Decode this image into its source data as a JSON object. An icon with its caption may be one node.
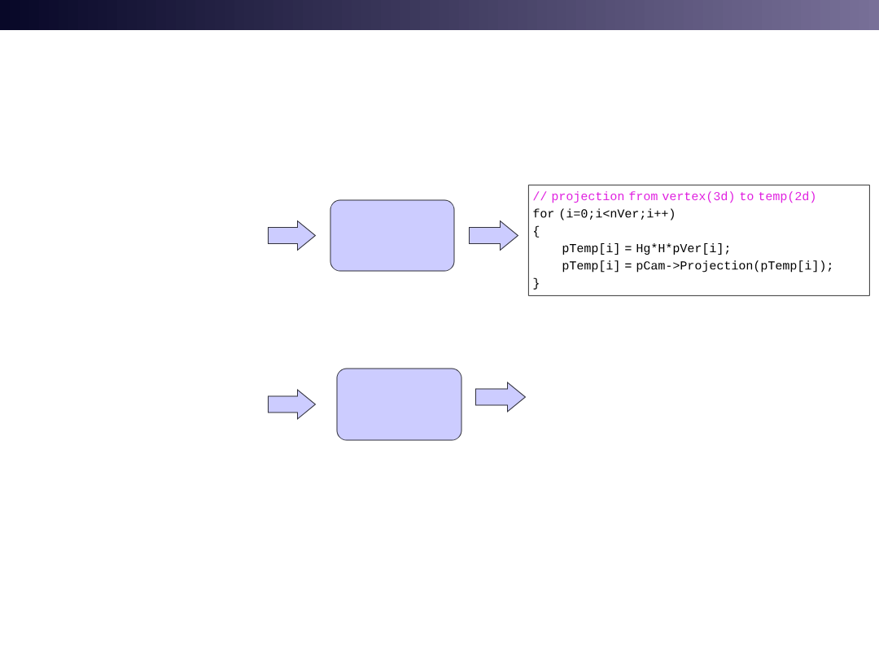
{
  "diagram": {
    "nodes": [
      {
        "text": [],
        "shape": "box"
      },
      {
        "text": [
          "// projection from vertex(3d) to temp(2d)",
          "for (i=0;i<nVer;i++)",
          "{",
          "pTemp[i] = Hg*H*pVer[i];",
          "pTemp[i] = pCam->Projection(pTemp[i]);",
          "}"
        ]
      },
      {
        "text": [],
        "shape": "box"
      }
    ],
    "edges": [
      {
        "from": null,
        "to": 0,
        "arrow": "to"
      },
      {
        "from": 0,
        "to": 1,
        "arrow": "to"
      },
      {
        "from": null,
        "to": 2,
        "arrow": "to"
      },
      {
        "from": 2,
        "to": null,
        "arrow": "to"
      }
    ]
  }
}
